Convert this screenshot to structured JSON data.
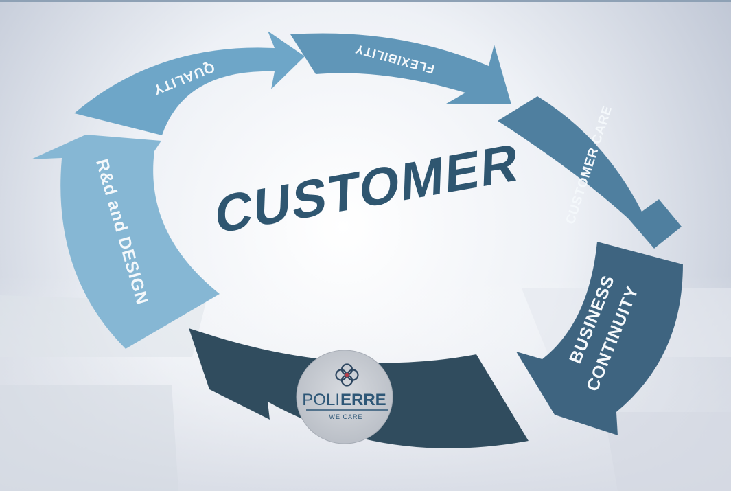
{
  "center": {
    "title": "CUSTOMER"
  },
  "segments": [
    {
      "id": "quality",
      "label": "QUALITY",
      "color": "#6ea6c8"
    },
    {
      "id": "flexibility",
      "label": "FLEXIBILITY",
      "color": "#6096b8"
    },
    {
      "id": "customer-care",
      "label": "CUSTOMER CARE",
      "color": "#4f7f9f"
    },
    {
      "id": "business-continuity",
      "label_line1": "BUSINESS",
      "label_line2": "CONTINUITY",
      "color": "#3e6480"
    },
    {
      "id": "polierre",
      "color": "#304c5e"
    },
    {
      "id": "rd-design",
      "label": "R&d and DESIGN",
      "color": "#86b7d4"
    }
  ],
  "logo": {
    "brand_left": "POLI",
    "brand_right": "ERRE",
    "tagline": "WE CARE"
  },
  "colors": {
    "center_text": "#2f5670",
    "background_top": "#c6ccd9",
    "background_center": "#fbfcfe"
  }
}
